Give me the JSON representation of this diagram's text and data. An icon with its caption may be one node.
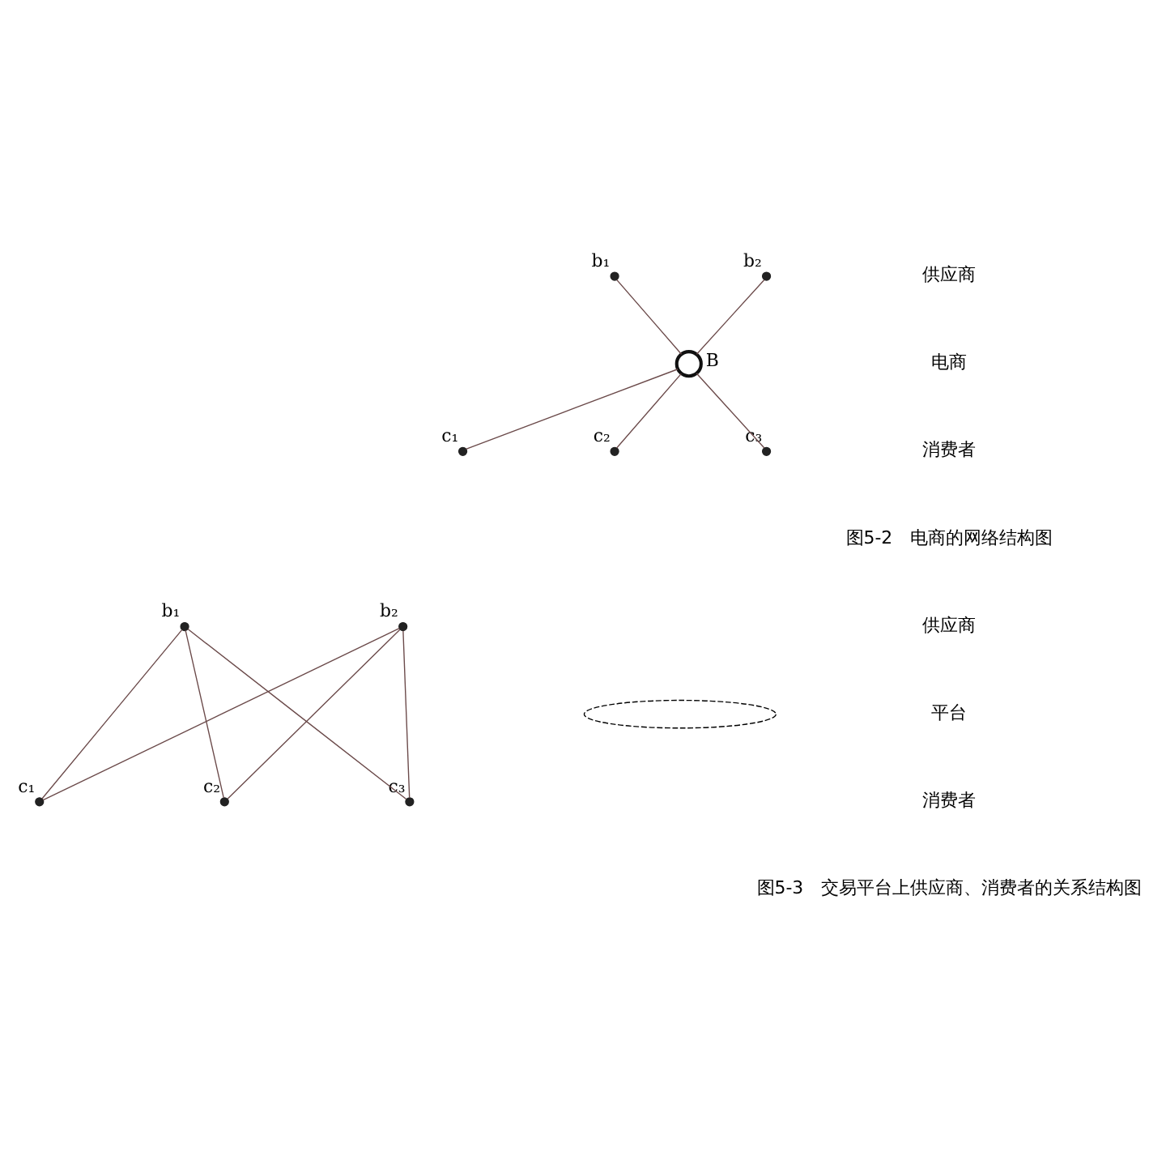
{
  "diagram": {
    "nodes": [
      {
        "text": [],
        "shape": "circle",
        "beside": [
          "b₁"
        ]
      },
      {
        "text": [],
        "shape": "circle",
        "beside": [
          "b₂"
        ]
      },
      {
        "text": [],
        "shape": "ring",
        "beside": [
          "B"
        ]
      },
      {
        "text": [],
        "shape": "circle",
        "beside": [
          "c₁"
        ]
      },
      {
        "text": [],
        "shape": "circle",
        "beside": [
          "c₂"
        ]
      },
      {
        "text": [],
        "shape": "circle",
        "beside": [
          "c₃"
        ]
      },
      {
        "text": [],
        "shape": "circle",
        "beside": [
          "b₁"
        ]
      },
      {
        "text": [],
        "shape": "circle",
        "beside": [
          "b₂"
        ]
      },
      {
        "text": [],
        "shape": "ellipse"
      },
      {
        "text": [],
        "shape": "circle",
        "beside": [
          "c₁"
        ]
      },
      {
        "text": [],
        "shape": "circle",
        "beside": [
          "c₂"
        ]
      },
      {
        "text": [],
        "shape": "circle",
        "beside": [
          "c₃"
        ]
      }
    ],
    "edges": [
      {
        "from": 0,
        "to": 2,
        "arrow": "none"
      },
      {
        "from": 1,
        "to": 2,
        "arrow": "none"
      },
      {
        "from": 2,
        "to": 3,
        "arrow": "none"
      },
      {
        "from": 2,
        "to": 4,
        "arrow": "none"
      },
      {
        "from": 2,
        "to": 5,
        "arrow": "none"
      },
      {
        "from": 6,
        "to": 9,
        "arrow": "none"
      },
      {
        "from": 6,
        "to": 10,
        "arrow": "none"
      },
      {
        "from": 6,
        "to": 11,
        "arrow": "none"
      },
      {
        "from": 7,
        "to": 9,
        "arrow": "none"
      },
      {
        "from": 7,
        "to": 10,
        "arrow": "none"
      },
      {
        "from": 7,
        "to": 11,
        "arrow": "none"
      }
    ],
    "labels": [
      "供应商",
      "电商",
      "消费者",
      "图5-2　电商的网络结构图",
      "供应商",
      "平台",
      "消费者",
      "图5-3　交易平台上供应商、消费者的关系结构图"
    ]
  }
}
